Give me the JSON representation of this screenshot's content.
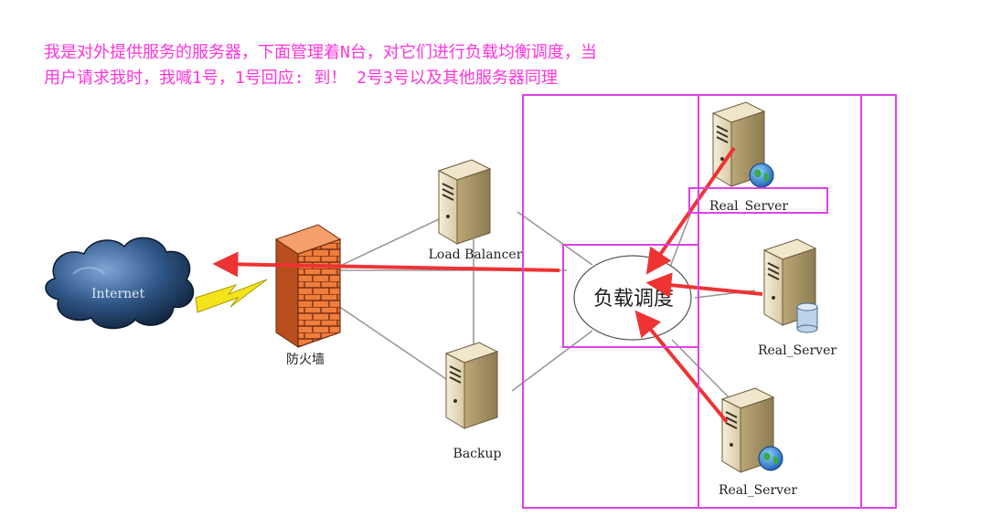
{
  "caption": {
    "line1": "我是对外提供服务的服务器，下面管理着N台，对它们进行负载均衡调度，当",
    "line2": "用户请求我时，我喊1号，1号回应: 到！ 2号3号以及其他服务器同理"
  },
  "nodes": {
    "internet": "Internet",
    "firewall": "防火墙",
    "load_balancer": "Load Balancer",
    "backup": "Backup",
    "scheduler": "负载调度",
    "real_server_1": "Real_Server",
    "real_server_2": "Real_Server",
    "real_server_3": "Real_Server"
  },
  "colors": {
    "caption": "#ff33dd",
    "annotation_box": "#e040e8",
    "arrow": "#ee3333",
    "link": "#9a9a9a",
    "firewall_brick": "#ee7a3a",
    "cloud": "#2f4f7f",
    "lightning": "#f4e31a"
  }
}
